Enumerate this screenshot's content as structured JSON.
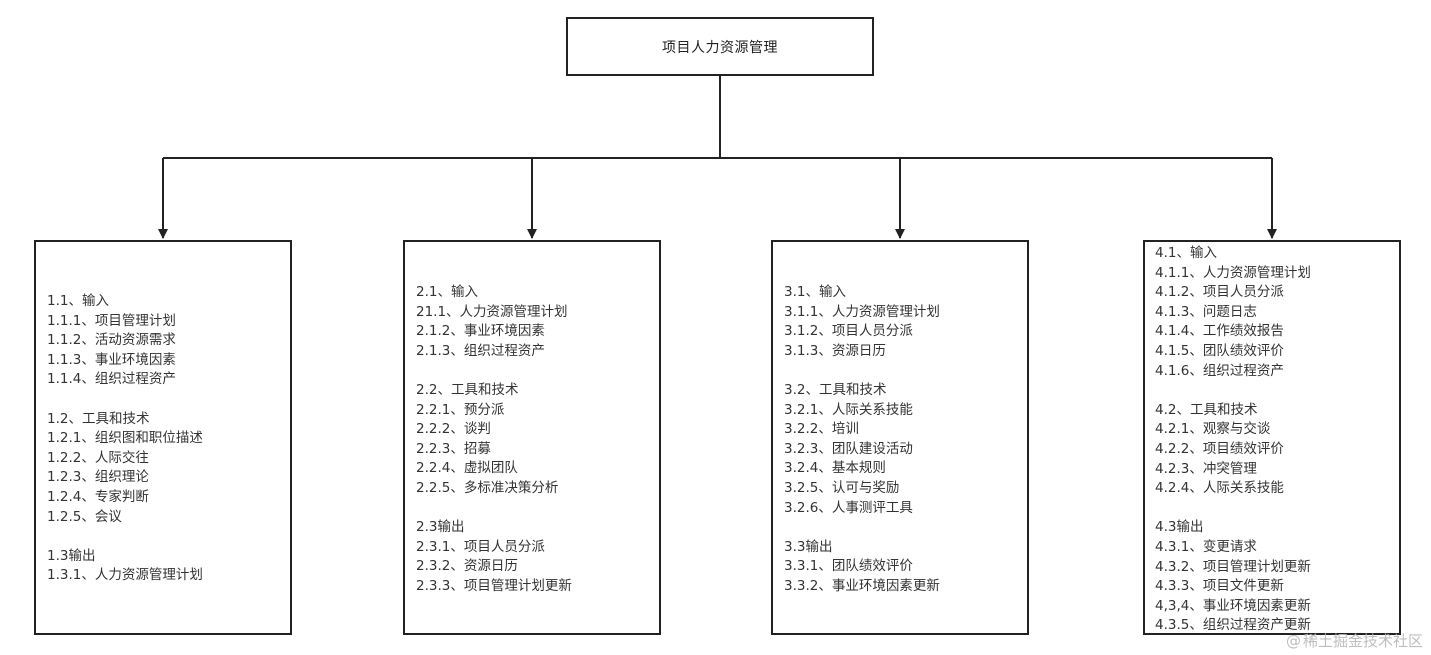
{
  "root": {
    "label": "项目人力资源管理"
  },
  "nodes": [
    {
      "sections": [
        {
          "lines": [
            "1.1、输入",
            "1.1.1、项目管理计划",
            "1.1.2、活动资源需求",
            "1.1.3、事业环境因素",
            "1.1.4、组织过程资产"
          ]
        },
        {
          "lines": [
            "1.2、工具和技术",
            "1.2.1、组织图和职位描述",
            "1.2.2、人际交往",
            "1.2.3、组织理论",
            "1.2.4、专家判断",
            "1.2.5、会议"
          ]
        },
        {
          "lines": [
            "1.3输出",
            "1.3.1、人力资源管理计划"
          ]
        }
      ]
    },
    {
      "sections": [
        {
          "lines": [
            "2.1、输入",
            "21.1、人力资源管理计划",
            "2.1.2、事业环境因素",
            "2.1.3、组织过程资产"
          ]
        },
        {
          "lines": [
            "2.2、工具和技术",
            "2.2.1、预分派",
            "2.2.2、谈判",
            "2.2.3、招募",
            "2.2.4、虚拟团队",
            "2.2.5、多标准决策分析"
          ]
        },
        {
          "lines": [
            "2.3输出",
            "2.3.1、项目人员分派",
            "2.3.2、资源日历",
            "2.3.3、项目管理计划更新"
          ]
        }
      ]
    },
    {
      "sections": [
        {
          "lines": [
            "3.1、输入",
            "3.1.1、人力资源管理计划",
            "3.1.2、项目人员分派",
            "3.1.3、资源日历"
          ]
        },
        {
          "lines": [
            "3.2、工具和技术",
            "3.2.1、人际关系技能",
            "3.2.2、培训",
            "3.2.3、团队建设活动",
            "3.2.4、基本规则",
            "3.2.5、认可与奖励",
            "3.2.6、人事测评工具"
          ]
        },
        {
          "lines": [
            "3.3输出",
            "3.3.1、团队绩效评价",
            "3.3.2、事业环境因素更新"
          ]
        }
      ]
    },
    {
      "sections": [
        {
          "lines": [
            "4.1、输入",
            "4.1.1、人力资源管理计划",
            "4.1.2、项目人员分派",
            "4.1.3、问题日志",
            "4.1.4、工作绩效报告",
            "4.1.5、团队绩效评价",
            "4.1.6、组织过程资产"
          ]
        },
        {
          "lines": [
            "4.2、工具和技术",
            "4.2.1、观察与交谈",
            "4.2.2、项目绩效评价",
            "4.2.3、冲突管理",
            "4.2.4、人际关系技能"
          ]
        },
        {
          "lines": [
            "4.3输出",
            "4.3.1、变更请求",
            "4.3.2、项目管理计划更新",
            "4.3.3、项目文件更新",
            "4,3,4、事业环境因素更新",
            "4.3.5、组织过程资产更新"
          ]
        }
      ]
    }
  ],
  "watermark": {
    "at": "@",
    "text": "稀土掘金技术社区"
  },
  "colors": {
    "stroke": "#222222",
    "text": "#333333",
    "watermark": "#b8b8b8"
  }
}
